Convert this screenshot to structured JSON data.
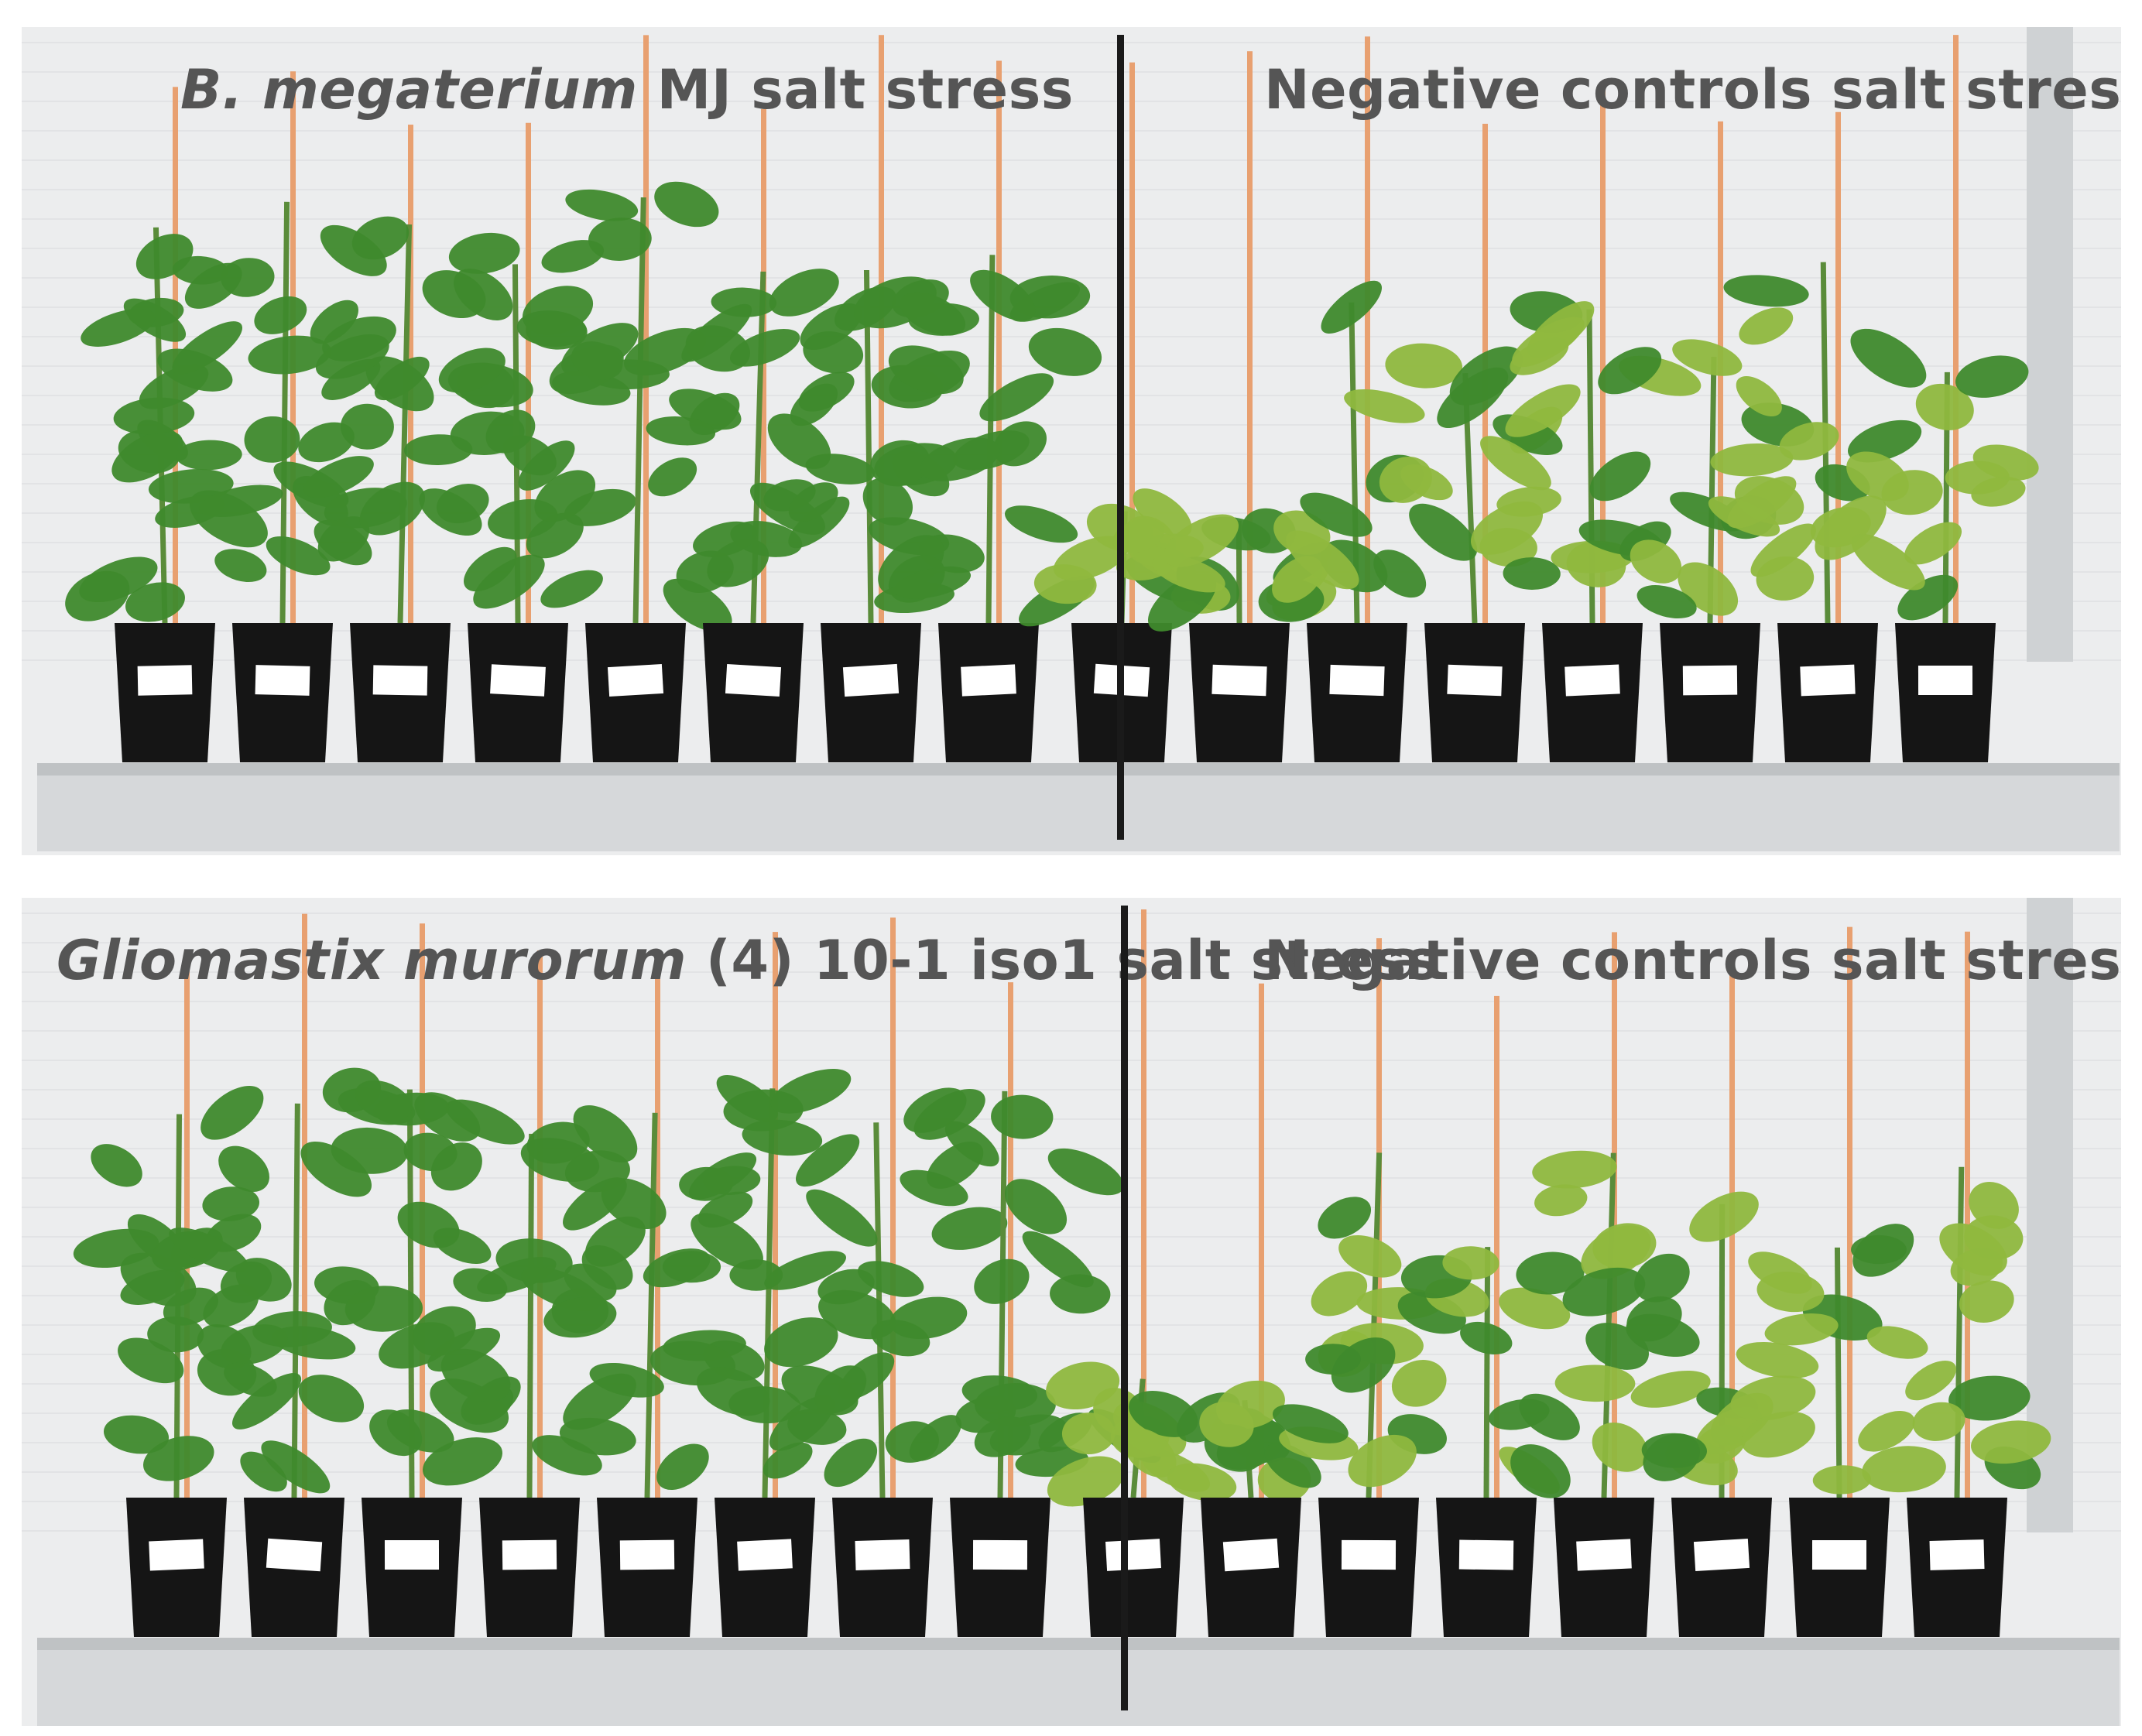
{
  "panels": [
    {
      "id": "top",
      "left_caption": {
        "italic": "B. megaterium",
        "rest": " MJ salt stress"
      },
      "right_caption": "Negative controls salt stress",
      "left_plant_count": 8,
      "right_plant_count": 8
    },
    {
      "id": "bottom",
      "left_caption": {
        "italic": "Gliomastix murorum",
        "rest": " (4) 10-1 iso1 salt stress"
      },
      "right_caption": "Negative controls salt stress",
      "left_plant_count": 8,
      "right_plant_count": 8
    }
  ],
  "colors": {
    "background": "#ecedee",
    "pot": "#151515",
    "leaf_healthy": "#3f8a2c",
    "leaf_stressed": "#8fb83e",
    "stake": "#e8a070",
    "divider": "#1a1a1a",
    "caption": "#555555"
  }
}
